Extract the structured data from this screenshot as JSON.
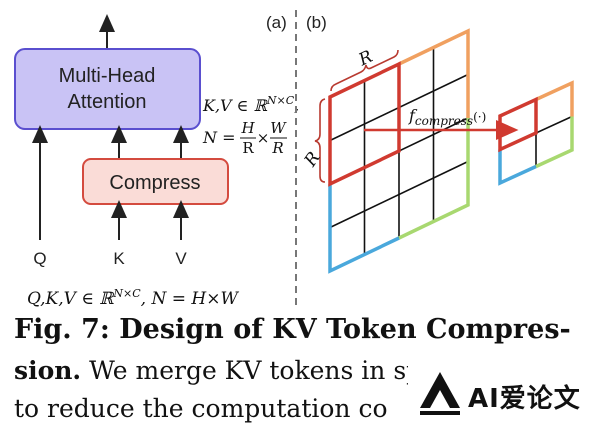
{
  "panel_a": {
    "label": "(a)",
    "attention_line1": "Multi-Head",
    "attention_line2": "Attention",
    "compress": "Compress",
    "input_q": "Q",
    "input_k": "K",
    "input_v": "V",
    "kv_formula": "K,V ∈ ℝ",
    "kv_sup": "N×C",
    "kv_comma": ",",
    "n_formula_prefix": "N =",
    "n_frac1_num": "H",
    "n_frac1_den": "R",
    "n_times": "×",
    "n_frac2_num": "W",
    "n_frac2_den": "R",
    "qkv_formula": "Q,K,V ∈ ℝ",
    "qkv_sup": "N×C",
    "qkv_tail": ", N = H×W"
  },
  "panel_b": {
    "label": "(b)",
    "window_label_top": "R",
    "window_label_left": "R",
    "func_name": "f",
    "func_sub": "compress",
    "func_arg": "(·)"
  },
  "colors": {
    "attention_fill": "#c9c3f5",
    "attention_stroke": "#5a4fcf",
    "compress_fill": "#fadcd7",
    "compress_stroke": "#d44b3f",
    "grid_orange": "#f0a060",
    "grid_green": "#a8d870",
    "grid_blue": "#4aa8dc",
    "grid_red": "#d03a30"
  },
  "caption": {
    "line1": "Fig. 7: Design of KV Token Compres-",
    "line2_bold": "sion.",
    "line2_rest": " We merge KV tokens in spatial",
    "line3": "to reduce the computation co"
  },
  "watermark": {
    "text": "AI爱论文"
  }
}
